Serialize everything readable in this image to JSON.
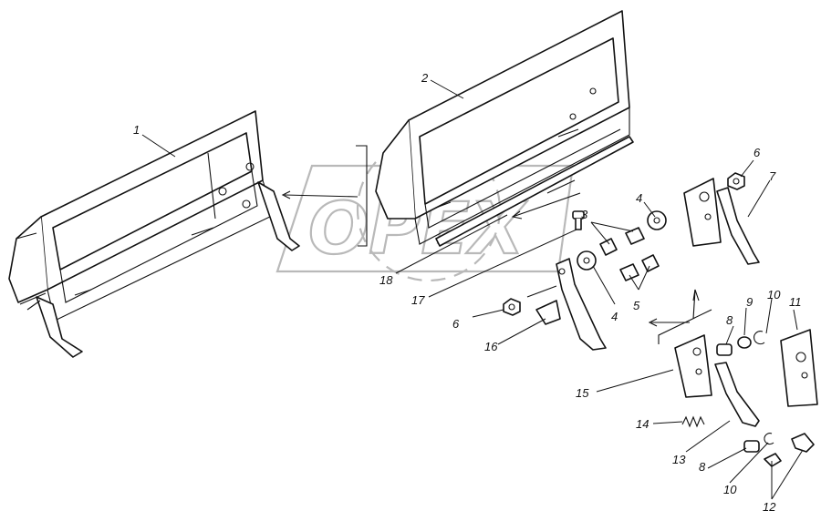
{
  "watermark": {
    "text": "OPEX"
  },
  "callouts": [
    {
      "id": "1",
      "text": "1"
    },
    {
      "id": "2",
      "text": "2"
    },
    {
      "id": "3",
      "text": "3"
    },
    {
      "id": "4a",
      "text": "4"
    },
    {
      "id": "4b",
      "text": "4"
    },
    {
      "id": "5",
      "text": "5"
    },
    {
      "id": "6a",
      "text": "6"
    },
    {
      "id": "6b",
      "text": "6"
    },
    {
      "id": "7",
      "text": "7"
    },
    {
      "id": "8a",
      "text": "8"
    },
    {
      "id": "8b",
      "text": "8"
    },
    {
      "id": "9",
      "text": "9"
    },
    {
      "id": "10a",
      "text": "10"
    },
    {
      "id": "10b",
      "text": "10"
    },
    {
      "id": "11",
      "text": "11"
    },
    {
      "id": "12",
      "text": "12"
    },
    {
      "id": "13",
      "text": "13"
    },
    {
      "id": "14",
      "text": "14"
    },
    {
      "id": "15",
      "text": "15"
    },
    {
      "id": "16",
      "text": "16"
    },
    {
      "id": "17",
      "text": "17"
    },
    {
      "id": "18",
      "text": "18"
    }
  ]
}
